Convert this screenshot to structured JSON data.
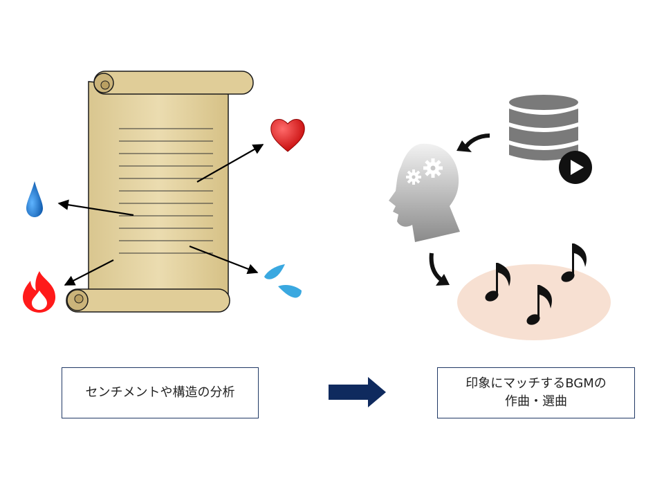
{
  "diagram": {
    "left_caption": "センチメントや構造の分析",
    "right_caption_line1": "印象にマッチするBGMの",
    "right_caption_line2": "作曲・選曲",
    "colors": {
      "parchment": "#e6d6a8",
      "parchment_edge": "#1a1a1a",
      "heart": "#e01010",
      "drop": "#1e7fd6",
      "flame": "#ff1a1a",
      "sweat": "#3aa8e0",
      "arrow_navy": "#0f2a5e",
      "database": "#7a7a7a",
      "ellipse": "#f7e0d2",
      "note": "#111111",
      "caption_border": "#1f3864"
    },
    "icons": [
      "scroll-icon",
      "heart-icon",
      "water-drop-icon",
      "flame-icon",
      "sweat-drops-icon",
      "head-gears-icon",
      "database-icon",
      "play-icon",
      "music-note-icon"
    ]
  }
}
